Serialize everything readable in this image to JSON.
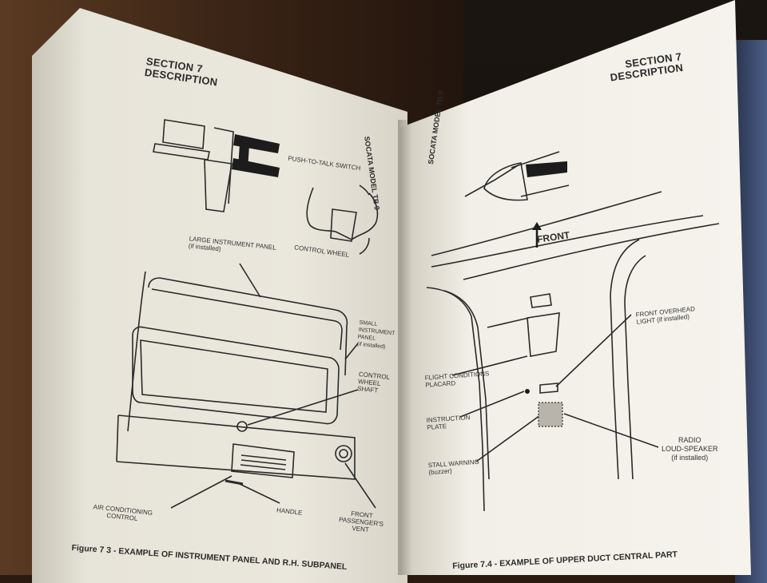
{
  "left_page": {
    "section": "SECTION 7",
    "section_sub": "DESCRIPTION",
    "model": "SOCATA MODEL TB 9",
    "labels": {
      "push_to_talk": "PUSH-TO-TALK SWITCH",
      "control_wheel": "CONTROL WHEEL",
      "large_panel": "LARGE INSTRUMENT PANEL",
      "large_panel_sub": "(if installed)",
      "small_panel_1": "SMALL",
      "small_panel_2": "INSTRUMENT",
      "small_panel_3": "PANEL",
      "small_panel_4": "(if installed)",
      "shaft_1": "CONTROL",
      "shaft_2": "WHEEL",
      "shaft_3": "SHAFT",
      "air_1": "AIR CONDITIONING",
      "air_2": "CONTROL",
      "handle": "HANDLE",
      "vent_1": "FRONT",
      "vent_2": "PASSENGER'S",
      "vent_3": "VENT"
    },
    "caption": "Figure 7 3 - EXAMPLE OF INSTRUMENT PANEL AND R.H. SUBPANEL"
  },
  "right_page": {
    "section": "SECTION 7",
    "section_sub": "DESCRIPTION",
    "model": "SOCATA MODEL TB 9",
    "front": "FRONT",
    "labels": {
      "overhead_1": "FRONT OVERHEAD",
      "overhead_2": "LIGHT (if installed)",
      "flight_1": "FLIGHT CONDITIONS",
      "flight_2": "PLACARD",
      "instr_1": "INSTRUCTION",
      "instr_2": "PLATE",
      "stall_1": "STALL WARNING",
      "stall_2": "(buzzer)",
      "radio_1": "RADIO",
      "radio_2": "LOUD-SPEAKER",
      "radio_3": "(if installed)"
    },
    "caption": "Figure 7.4 - EXAMPLE OF UPPER DUCT CENTRAL PART"
  }
}
